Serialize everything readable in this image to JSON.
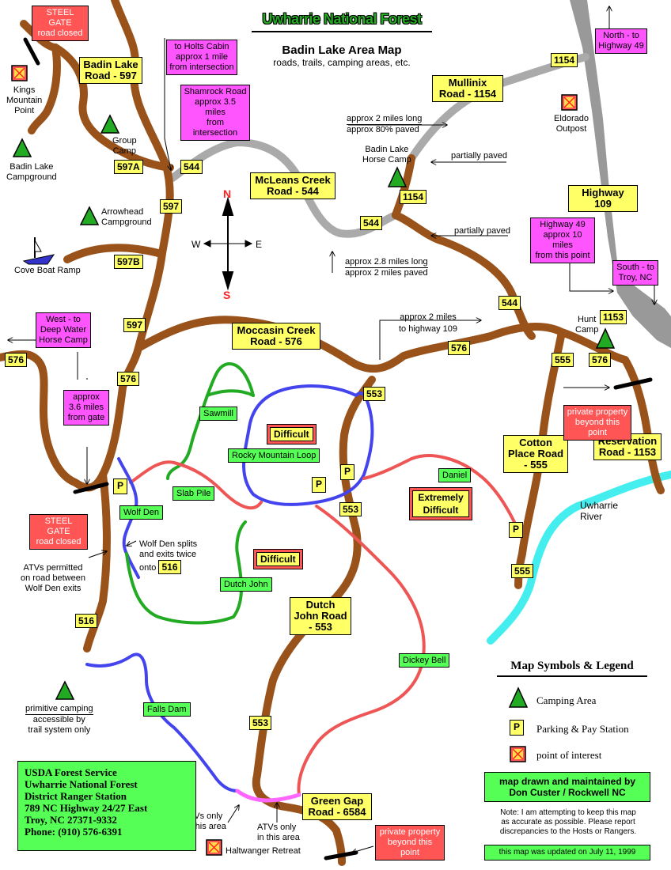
{
  "title": {
    "main": "Uwharrie National Forest",
    "sub": "Badin Lake Area Map",
    "tagline": "roads, trails, camping areas, etc."
  },
  "colors": {
    "dirt_road": "#99521a",
    "paved_road": "#aaaaaa",
    "trail_blue": "#4444ee",
    "trail_red": "#ee5555",
    "trail_green": "#22aa22",
    "trail_magenta": "#ff66ff",
    "river": "#44eeee",
    "lake_gray": "#999999"
  },
  "road_names": {
    "badin_lake_road": "Badin Lake Road - 597",
    "mullinix_road": "Mullinix Road - 1154",
    "mcleans_creek_road": "McLeans Creek Road - 544",
    "highway_109": "Highway 109",
    "moccasin_creek_road": "Moccasin Creek Road - 576",
    "cotton_place_road": "Cotton Place Road - 555",
    "reservation_road": "Reservation Road - 1153",
    "dutch_john_road": "Dutch John Road - 553",
    "green_gap_road": "Green Gap Road - 6584"
  },
  "road_numbers": {
    "r597a": "597A",
    "r544_top": "544",
    "r597_upper": "597",
    "r597b": "597B",
    "r597_mid": "597",
    "r576_left": "576",
    "r576_mid": "576",
    "r516": "516",
    "r516_note": "516",
    "r1154_top": "1154",
    "r1154_mid": "1154",
    "r544_mid": "544",
    "r544_right": "544",
    "r1153": "1153",
    "r555_top": "555",
    "r576_right": "576",
    "r576_east": "576",
    "r553_top": "553",
    "r553_mid": "553",
    "r553_low": "553",
    "r555_low": "555"
  },
  "trails": {
    "sawmill": "Sawmill",
    "rocky_mountain_loop": "Rocky Mountain Loop",
    "slab_pile": "Slab Pile",
    "wolf_den": "Wolf Den",
    "daniel": "Daniel",
    "dutch_john": "Dutch John",
    "dickey_bell": "Dickey Bell",
    "falls_dam": "Falls Dam"
  },
  "difficulty": {
    "rocky_loop": "Difficult",
    "dutch_john": "Difficult",
    "daniel_l1": "Extremely",
    "daniel_l2": "Difficult"
  },
  "pink_notes": {
    "holts_cabin": [
      "to Holts Cabin",
      "approx 1 mile",
      "from intersection"
    ],
    "shamrock_road": [
      "Shamrock Road",
      "approx 3.5 miles",
      "from intersection"
    ],
    "north_hwy49": [
      "North - to",
      "Highway 49"
    ],
    "hwy49_south": [
      "Highway 49",
      "approx 10 miles",
      "from this point"
    ],
    "south_troy": [
      "South - to",
      "Troy, NC"
    ],
    "west_deep_water": [
      "West - to",
      "Deep Water",
      "Horse Camp"
    ],
    "gate_distance": [
      "approx",
      "3.6 miles",
      "from gate"
    ]
  },
  "red_notes": {
    "steel_gate_top": [
      "STEEL GATE",
      "road closed"
    ],
    "steel_gate_left": [
      "STEEL GATE",
      "road closed"
    ],
    "private_east": [
      "private property",
      "beyond this point"
    ],
    "private_south": [
      "private property",
      "beyond this point"
    ]
  },
  "places": {
    "kings_mountain": [
      "Kings",
      "Mountain",
      "Point"
    ],
    "badin_lake_campground": [
      "Badin Lake",
      "Campground"
    ],
    "group_camp": [
      "Group",
      "Camp"
    ],
    "arrowhead": [
      "Arrowhead",
      "Campground"
    ],
    "cove_boat_ramp": "Cove Boat Ramp",
    "eldorado": [
      "Eldorado",
      "Outpost"
    ],
    "badin_horse_camp": [
      "Badin Lake",
      "Horse Camp"
    ],
    "hunt_camp": [
      "Hunt",
      "Camp"
    ],
    "uwharrie_river": [
      "Uwharrie",
      "River"
    ],
    "primitive_camping": [
      "primitive camping",
      "accessible by",
      "trail system only"
    ],
    "haltwanger": "Haltwanger Retreat"
  },
  "notes": {
    "mullinix_len": [
      "approx 2 miles long",
      "approx 80% paved"
    ],
    "partially_paved_1": "partially paved",
    "partially_paved_2": "partially paved",
    "mcleans_len": [
      "approx 2.8 miles long",
      "approx 2 miles paved"
    ],
    "to_hwy109": [
      "approx 2 miles",
      "to highway 109"
    ],
    "atvs_permitted": [
      "ATVs permitted",
      "on road between",
      "Wolf Den exits"
    ],
    "wolf_den_splits": [
      "Wolf Den splits",
      "and exits twice",
      "onto"
    ],
    "atvs_only_1": [
      "ATVs only",
      "in this area"
    ],
    "atvs_only_2": [
      "ATVs only",
      "in this area"
    ]
  },
  "compass": {
    "n": "N",
    "s": "S",
    "e": "E",
    "w": "W"
  },
  "parking_symbol": "P",
  "legend": {
    "heading": "Map Symbols & Legend",
    "camping": "Camping Area",
    "parking": "Parking & Pay Station",
    "poi": "point of interest"
  },
  "office": [
    "USDA Forest Service",
    "Uwharrie National Forest",
    "District Ranger Station",
    "789 NC Highway 24/27 East",
    "Troy, NC  27371-9332",
    "Phone: (910) 576-6391"
  ],
  "credit": [
    "map drawn and maintained by",
    "Don Custer  /  Rockwell NC"
  ],
  "disclaimer": [
    "Note: I am attempting to keep this map",
    "as accurate as possible. Please report",
    "discrepancies to the Hosts or Rangers."
  ],
  "updated": "this map was updated on July 11, 1999"
}
